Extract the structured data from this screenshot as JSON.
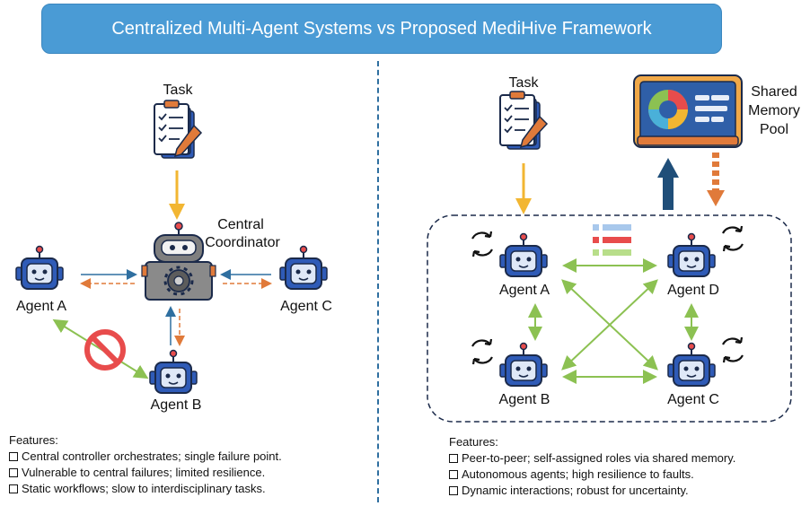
{
  "title": "Centralized Multi-Agent Systems vs Proposed MediHive Framework",
  "left": {
    "task_label": "Task",
    "coordinator_label_1": "Central",
    "coordinator_label_2": "Coordinator",
    "agent_a": "Agent A",
    "agent_b": "Agent B",
    "agent_c": "Agent C",
    "features_title": "Features:",
    "features": [
      "Central controller orchestrates; single failure point.",
      "Vulnerable to central failures; limited resilience.",
      "Static workflows; slow to interdisciplinary tasks."
    ]
  },
  "right": {
    "task_label": "Task",
    "memory_label_1": "Shared",
    "memory_label_2": "Memory",
    "memory_label_3": "Pool",
    "agent_a": "Agent A",
    "agent_b": "Agent B",
    "agent_c": "Agent C",
    "agent_d": "Agent D",
    "features_title": "Features:",
    "features": [
      "Peer-to-peer; self-assigned roles via shared memory.",
      "Autonomous agents; high resilience to faults.",
      "Dynamic interactions; robust for uncertainty."
    ]
  },
  "colors": {
    "title_bg": "#4a9bd5",
    "robot": "#2f5bb7",
    "arrow_blue": "#2f6fa0",
    "arrow_orange": "#e07a3a",
    "arrow_green": "#8cc152",
    "arrow_yellow": "#f2b632",
    "prohibit_red": "#e84c4c"
  }
}
